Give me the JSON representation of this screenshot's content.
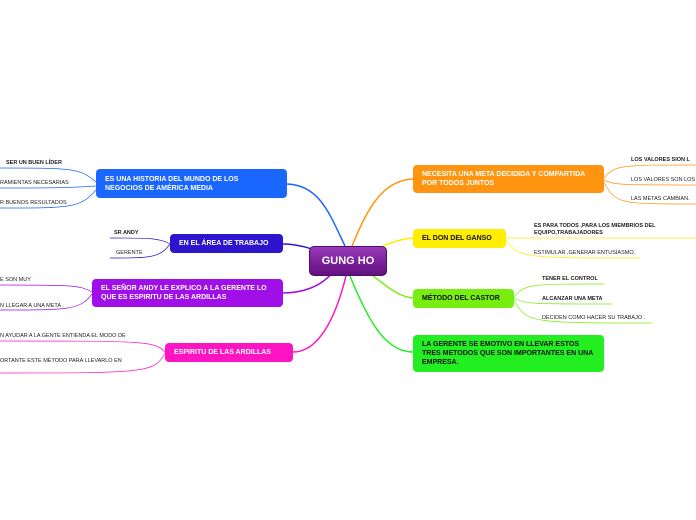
{
  "central": "GUNG HO",
  "left_branches": [
    {
      "label": "ES UNA HISTORIA DEL MUNDO DE LOS NEGOCIOS DE AMÉRICA MEDIA",
      "color": "#1a66ff",
      "children": [
        "SER UN BUEN LÍDER",
        "RAMIENTAS NECESARIAS",
        "R BUENOS RESULTADOS"
      ]
    },
    {
      "label": "EN EL ÁREA DE TRABAJO",
      "color": "#2e14cc",
      "children": [
        "SR ANDY",
        "GERENTE"
      ]
    },
    {
      "label": "EL SEÑOR ANDY LE EXPLICO A LA GERENTE LO QUE ES ESPIRITU DE LAS ARDILLAS",
      "color": "#a10fe8",
      "children": [
        "E SON MUY",
        "N LLEGAR A UNA META ."
      ]
    },
    {
      "label": "ESPIRITU DE LAS ARDILLAS",
      "color": "#ff14c4",
      "children": [
        "N AYUDAR A LA GENTE ENTIENDA EL MODO DE",
        "ORTANTE  ESTE MÉTODO PARA LLEVARLO EN"
      ]
    }
  ],
  "right_branches": [
    {
      "label": "NECESITA UNA META DECIDIDA Y COMPARTIDA POR TODOS JUNTOS",
      "color": "#ff9410",
      "children": [
        "LOS VALORES SION L",
        "LOS VALORES SON LOS",
        "LAS METAS CAMBIAN."
      ]
    },
    {
      "label": "EL DON DEL GANSO",
      "color": "#ffee00",
      "children": [
        "ES PARA TODOS ,PARA LOS MIEMBRIOS DEL EQUIPO,TRABAJADORES",
        "ESTIMULAR ,GENERAR ENTUSIASMO."
      ]
    },
    {
      "label": "MÉTODO DEL CASTOR",
      "color": "#77ee10",
      "children": [
        "TENER EL CONTROL",
        "ALCANZAR UNA META",
        "DECIDEN COMO HACER SU TRABAJO ."
      ]
    },
    {
      "label": "LA GERENTE SE EMOTIVO EN LLEVAR ESTOS TRES METODOS  QUE SON IMPORTANTES EN UNA EMPRESA.",
      "color": "#22ee22",
      "children": []
    }
  ]
}
